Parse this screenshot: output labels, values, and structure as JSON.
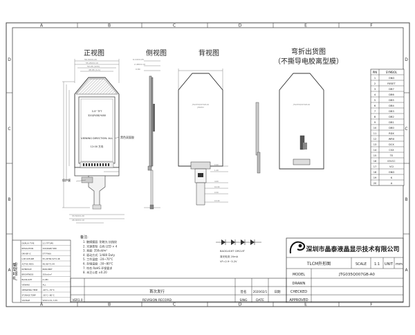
{
  "border": {
    "cols_top": [
      "A",
      "B",
      "C",
      "D",
      "E",
      "F"
    ],
    "cols_bottom": [
      "A",
      "B",
      "C",
      "D",
      "E",
      "F"
    ],
    "rows_left": [
      "D",
      "C",
      "B",
      "A"
    ],
    "rows_right": [
      "D",
      "C",
      "B",
      "A"
    ]
  },
  "views": {
    "front": "正视图",
    "side": "侧视图",
    "back": "背视图",
    "bent_line1": "弯折出货图",
    "bent_line2": "（不撕导电胶离型膜）"
  },
  "panel_text": {
    "line1": "3.5\" TFT",
    "line2": "320(RGB)*480",
    "line3": "VIEWING DIRECTION: ALL",
    "line4": "12:00 方向",
    "note_tape": "黑色双面胶",
    "note_fpc": "保护膜"
  },
  "pin_table": {
    "header": [
      "PIN",
      "SYMBOL"
    ],
    "rows": [
      [
        "1",
        "GND"
      ],
      [
        "2",
        "RESET"
      ],
      [
        "3",
        "DB7"
      ],
      [
        "4",
        "DB6"
      ],
      [
        "5",
        "DB5"
      ],
      [
        "6",
        "DB4"
      ],
      [
        "7",
        "DB3"
      ],
      [
        "8",
        "DB2"
      ],
      [
        "9",
        "DB1"
      ],
      [
        "10",
        "DB0"
      ],
      [
        "11",
        "RDX"
      ],
      [
        "12",
        "WRX"
      ],
      [
        "13",
        "DCX"
      ],
      [
        "14",
        "CSX"
      ],
      [
        "15",
        "TE"
      ],
      [
        "16",
        "IOVCC"
      ],
      [
        "17",
        "VCI"
      ],
      [
        "18",
        "GND"
      ],
      [
        "19",
        "K"
      ],
      [
        "20",
        "A"
      ]
    ]
  },
  "specs": {
    "title_rot": "产品规格",
    "rows": [
      [
        "DISPLAY TYPE",
        "3.5 TFT/IPS"
      ],
      [
        "RESOLUTION",
        "320(RGB)*480"
      ],
      [
        "DRIVER IC",
        "ST7796U"
      ],
      [
        "LCM OUTLINE",
        "55.26*84.52*2.48"
      ],
      [
        "ACTIVE AREA",
        "48.96*73.44"
      ],
      [
        "INTERFACE",
        "8080 8BIT"
      ],
      [
        "BRIGHTNESS",
        "350cd/m²"
      ],
      [
        "BACKLIGHT",
        "4 LED"
      ],
      [
        "VIEWING",
        "ALL"
      ],
      [
        "OPERATING TEMP",
        "-20°C~70°C"
      ],
      [
        "STORAGE TEMP",
        "-30°C~80°C"
      ],
      [
        "VOLTAGE",
        "VDD=2.8~3.3V"
      ]
    ]
  },
  "notes": {
    "heading": "备注:",
    "lines": [
      "1. 触摸膜面: 防眩光 抗指纹",
      "2. 光源类型: 白色 LED × 4",
      "3. 亮度: 350cd/m²",
      "4. 驱动方式: 1/480 Duty",
      "5. 工作温度: -20~70°C",
      "6. 存储温度: -30~80°C",
      "7. 符合 RoHS 环保要求",
      "8. 未注公差 ±0.20"
    ]
  },
  "backlight": {
    "label1": "BACKLIGHT CIRCUIT",
    "label2": "背光电流 20mA",
    "label3": "VF=2.9~3.2V"
  },
  "title_block": {
    "company": "深圳市晶泰液晶显示技术有限公司",
    "title_cell": "TLCM外形图",
    "scale_label": "SCALE",
    "scale_value": "1:1",
    "unit_label": "UNIT",
    "unit_value": "mm",
    "model_label": "MODEL",
    "model_value": "JTG035Q007GB-A0",
    "drawn": "DRAWN",
    "checked": "CHECKED",
    "approved": "APPROVED",
    "sing": "SING",
    "date_label": "DATE",
    "date_value": "2020/02/1",
    "revision_label": "REVISION RECORD",
    "revision_cn": "首次发行",
    "ver": "VER1.0",
    "sign_cn": "签名",
    "date_cn": "日期"
  }
}
